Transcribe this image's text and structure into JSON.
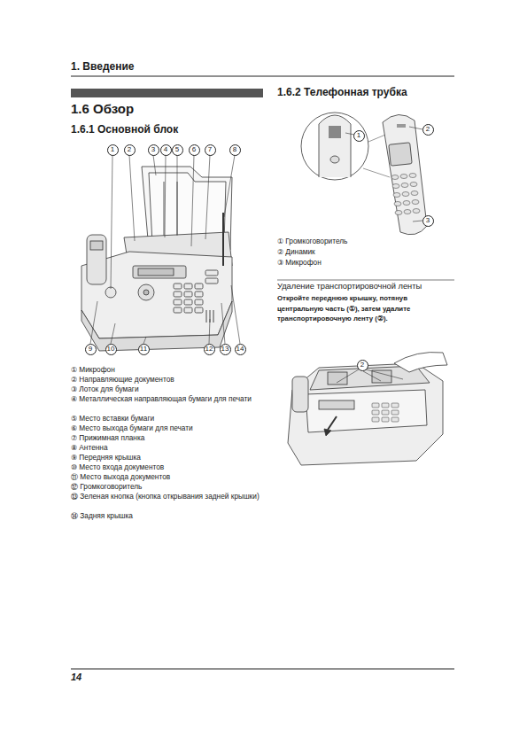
{
  "diagram": {
    "title": "1.6 Обзор",
    "nodes": [
      {
        "text": [
          "1"
        ]
      },
      {
        "text": [
          "2"
        ]
      },
      {
        "text": [
          "3"
        ]
      },
      {
        "text": [
          "4"
        ]
      },
      {
        "text": [
          "5"
        ]
      },
      {
        "text": [
          "6"
        ]
      },
      {
        "text": [
          "7"
        ]
      },
      {
        "text": [
          "8"
        ]
      },
      {
        "text": [
          "9"
        ]
      },
      {
        "text": [
          "10"
        ]
      },
      {
        "text": [
          "11"
        ]
      },
      {
        "text": [
          "12"
        ]
      },
      {
        "text": [
          "13"
        ]
      },
      {
        "text": [
          "14"
        ]
      },
      {
        "text": [
          "2"
        ]
      },
      {
        "text": [
          "1"
        ]
      },
      {
        "text": [
          "3"
        ]
      },
      {
        "text": [
          "2"
        ]
      }
    ],
    "labels": [
      "1. Введение",
      "1.6.1 Основной блок",
      "① Микрофон",
      "② Направляющие документов",
      "③ Лоток для бумаги",
      "④ Металлическая направляющая бумаги для печати",
      "⑤ Место вставки бумаги",
      "⑥ Место выхода бумаги для печати",
      "⑦ Прижимная планка",
      "⑧ Антенна",
      "⑨ Передняя крышка",
      "⑩ Место входа документов",
      "⑪ Место выхода документов",
      "⑫ Громкоговоритель",
      "⑬ Зеленая кнопка (кнопка открывания задней крышки)",
      "⑭ Задняя крышка",
      "1.6.2 Телефонная трубка",
      "① Громкоговоритель",
      "② Динамик",
      "③ Микрофон",
      "Удаление транспортировочной ленты",
      "Откройте переднюю крышку, потянув центральную часть (①), затем удалите транспортировочную ленту (②).",
      "14"
    ]
  }
}
